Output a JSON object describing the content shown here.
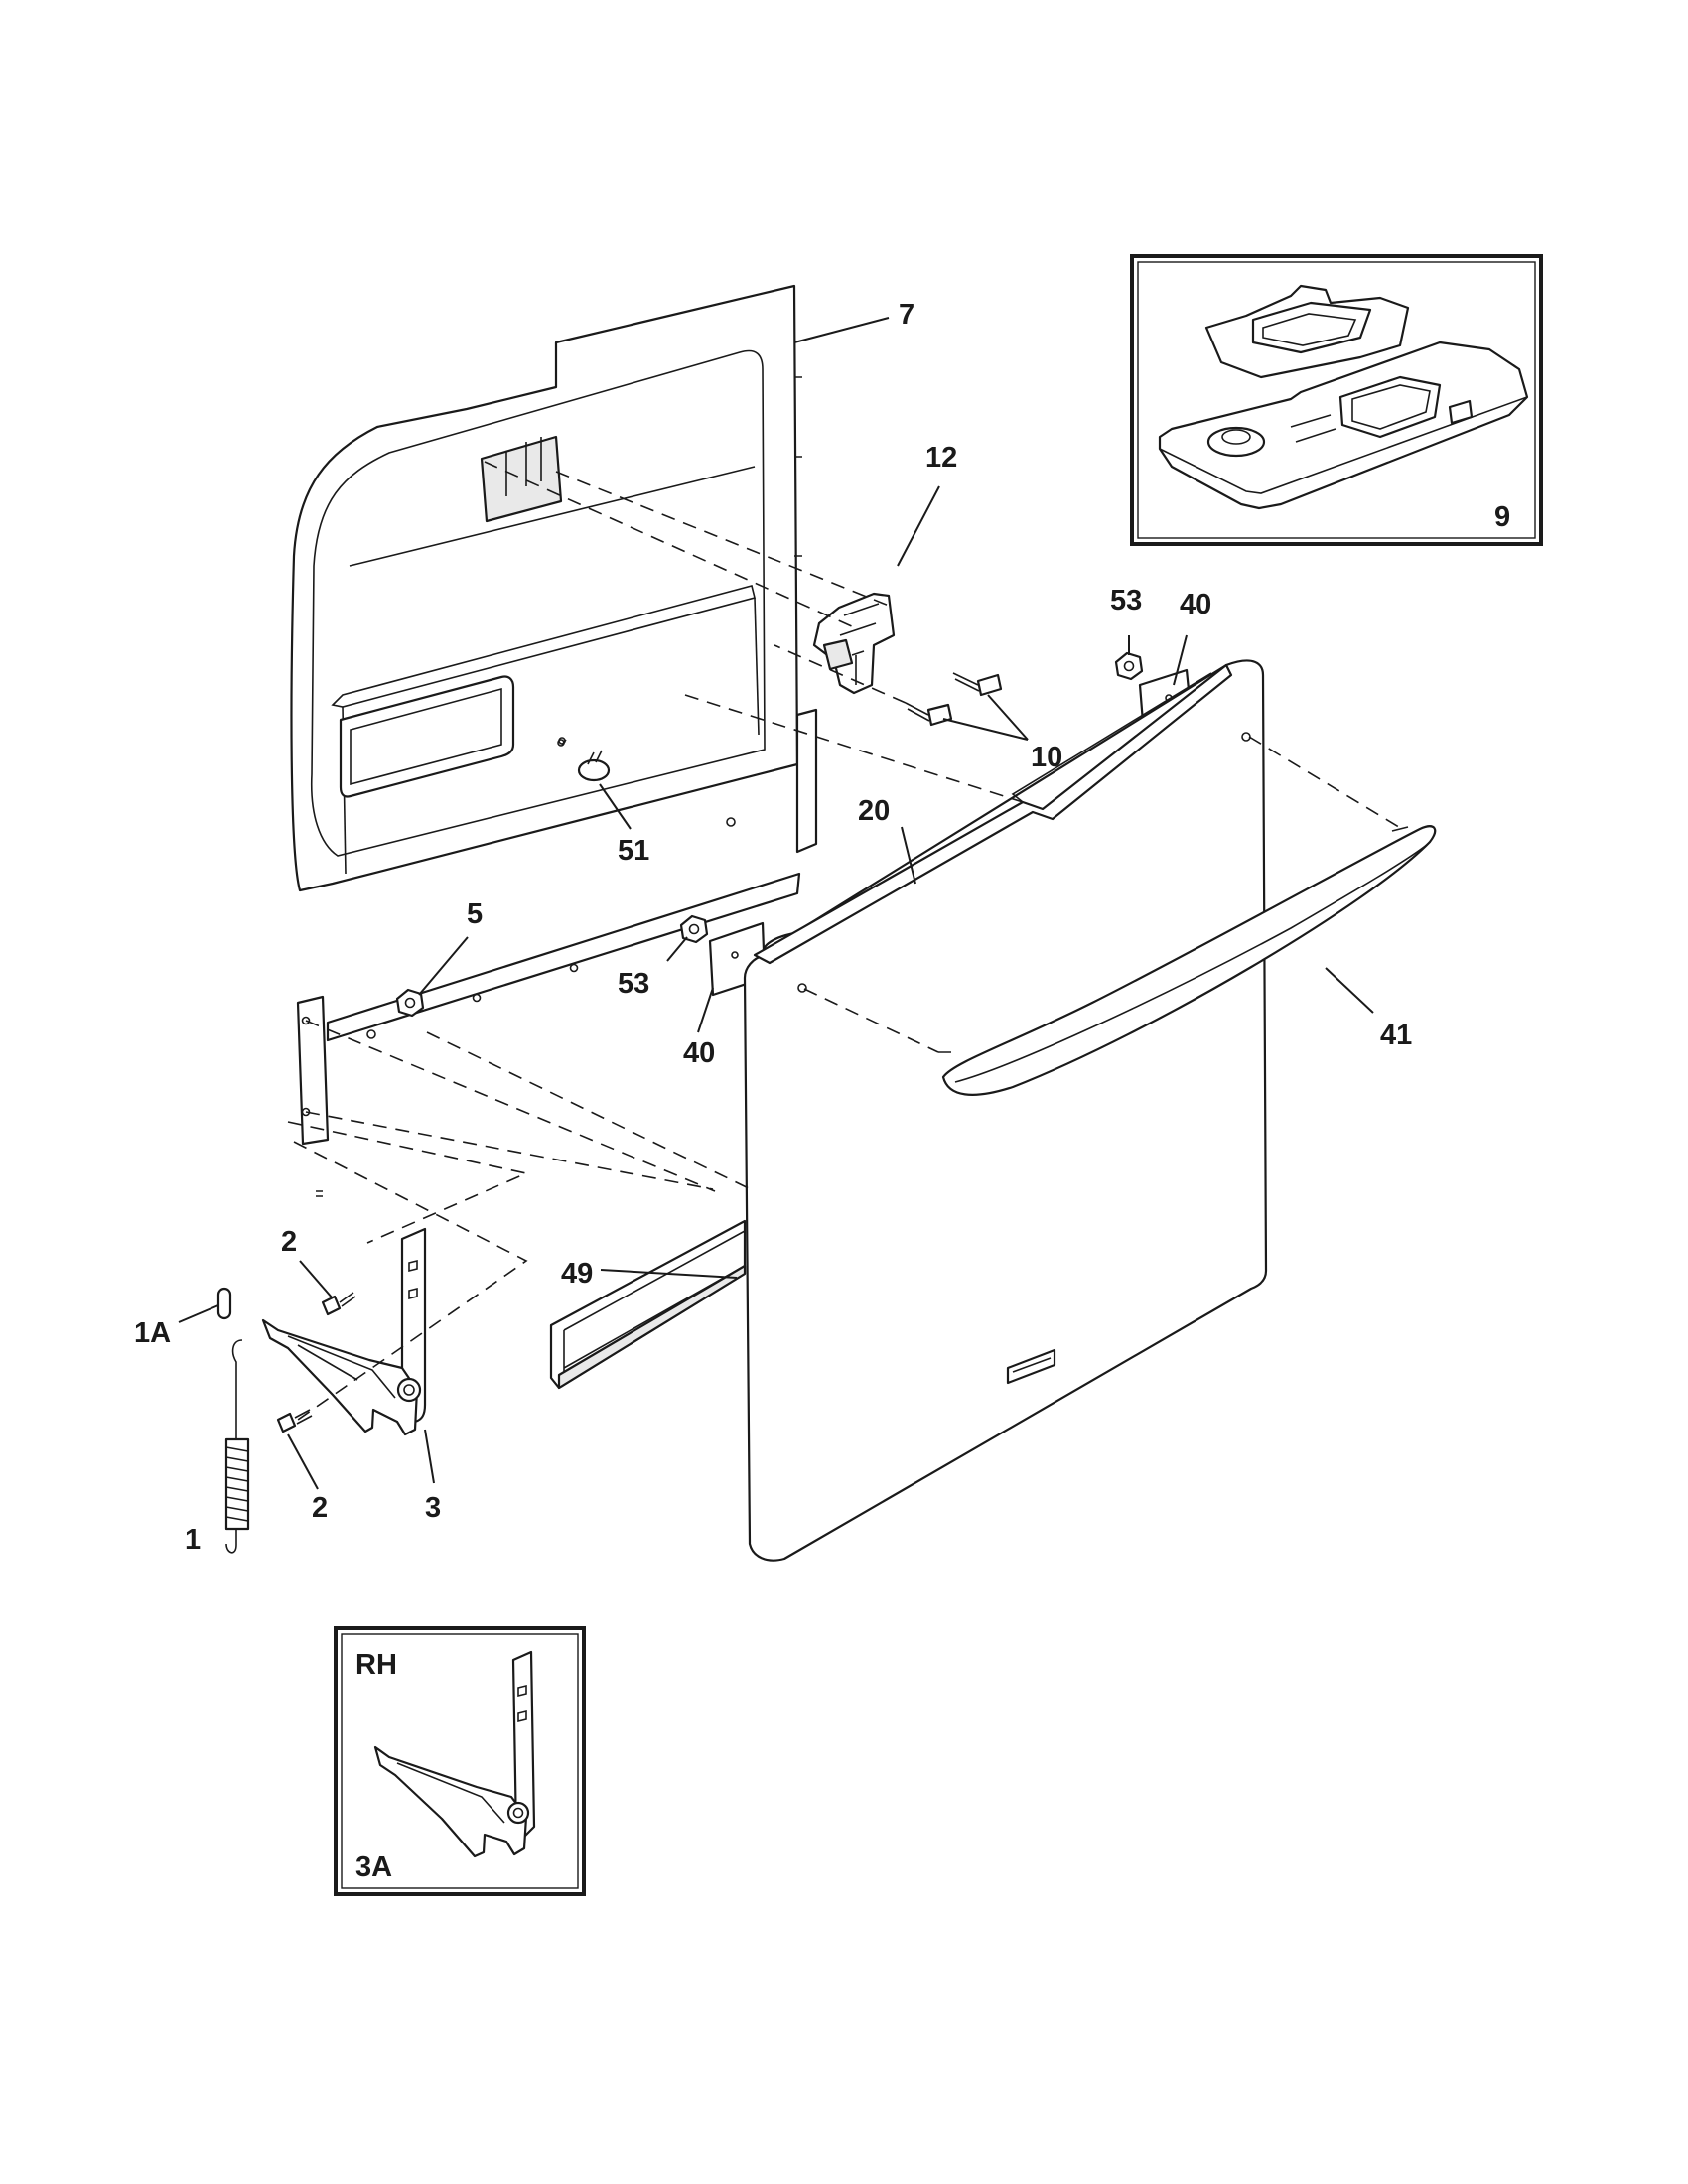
{
  "callouts": {
    "c7": "7",
    "c12": "12",
    "c9": "9",
    "c53a": "53",
    "c40a": "40",
    "c10": "10",
    "c51": "51",
    "c20": "20",
    "c5": "5",
    "c53b": "53",
    "c40b": "40",
    "c41": "41",
    "c2a": "2",
    "c49": "49",
    "c1A": "1A",
    "c2b": "2",
    "c3": "3",
    "c1": "1",
    "cRH": "RH",
    "c3A": "3A"
  }
}
